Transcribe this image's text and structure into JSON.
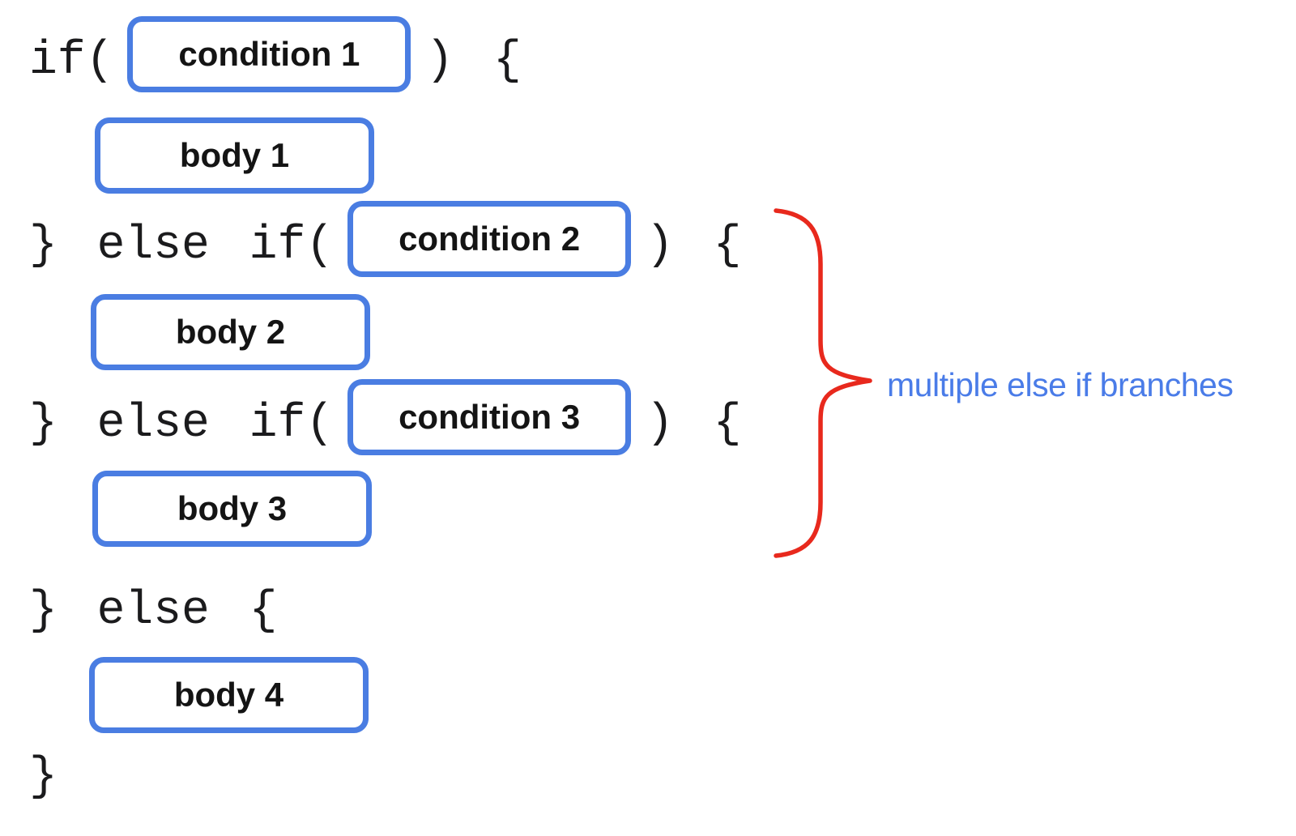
{
  "colors": {
    "box_border": "#4A7DE2",
    "code_text": "#1B1B1D",
    "label_text": "#141414",
    "brace": "#E8291D",
    "annotation_text": "#4A7CE8",
    "background": "#FFFFFF"
  },
  "code": {
    "line1_pre": "if(",
    "line1_post": ") {",
    "line3_pre": "} else if(",
    "line3_post": ") {",
    "line5_pre": "} else if(",
    "line5_post": ") {",
    "line7": "} else {",
    "line9": "}"
  },
  "boxes": {
    "condition1": "condition 1",
    "condition2": "condition 2",
    "condition3": "condition 3",
    "body1": "body 1",
    "body2": "body 2",
    "body3": "body 3",
    "body4": "body 4"
  },
  "annotation": {
    "label": "multiple else if branches"
  }
}
